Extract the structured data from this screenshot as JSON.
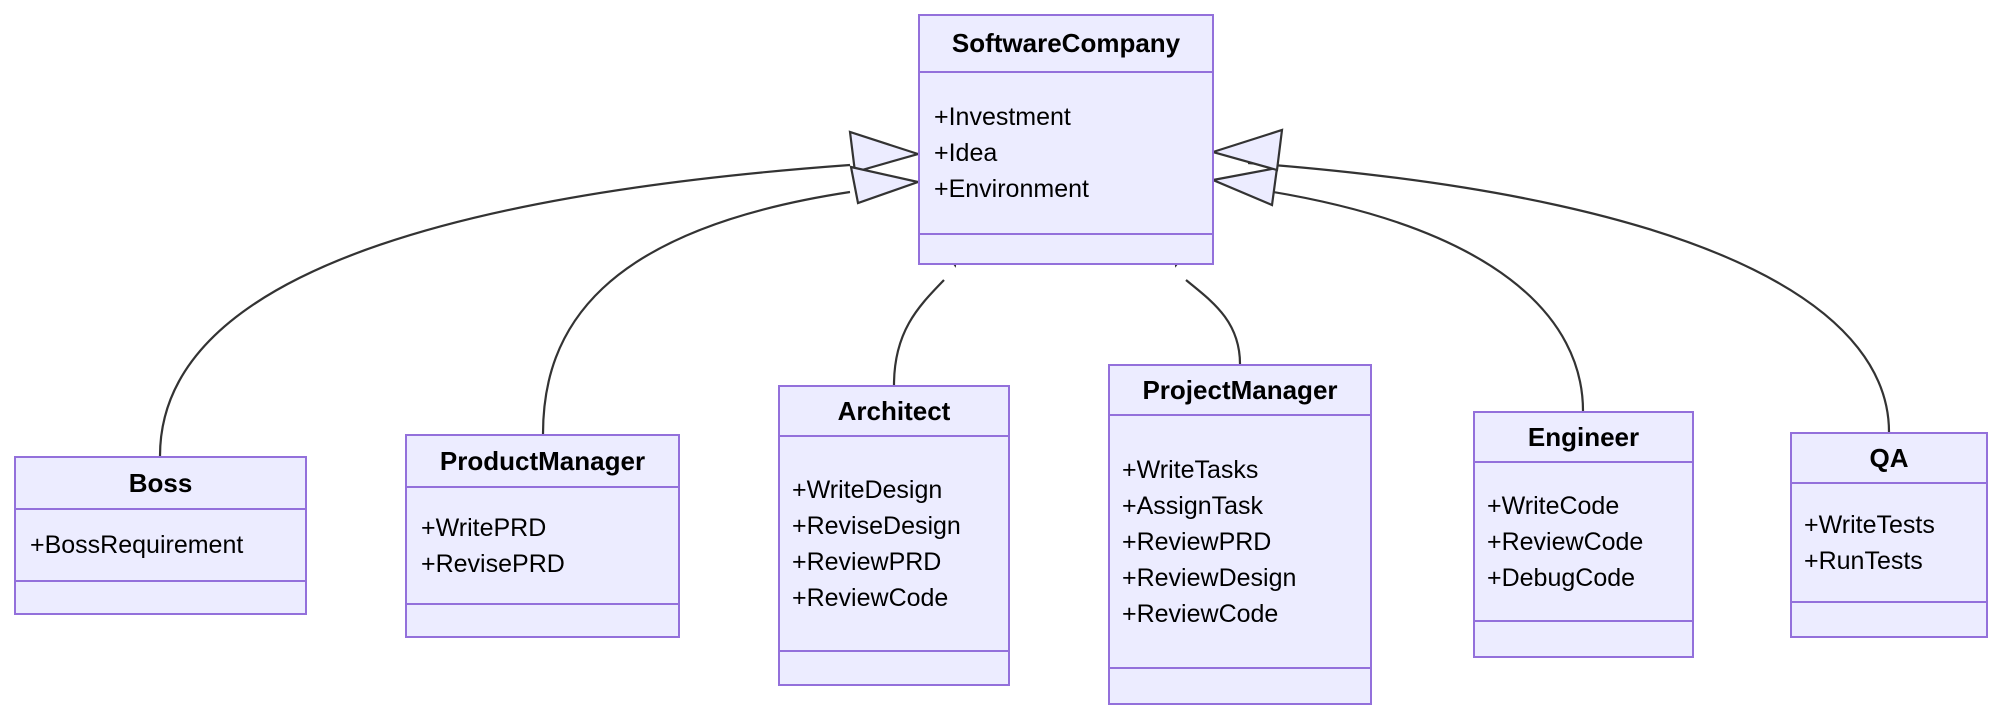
{
  "diagram": {
    "type": "uml-class-diagram",
    "title": "",
    "relationship": "generalization",
    "colors": {
      "node_fill": "#ececff",
      "node_border": "#9370db",
      "edge_stroke": "#333333",
      "text": "#000000",
      "background": "#ffffff"
    }
  },
  "classes": [
    {
      "id": "software-company",
      "name": "SoftwareCompany",
      "attributes": [
        "+Investment",
        "+Idea",
        "+Environment"
      ],
      "methods": []
    },
    {
      "id": "boss",
      "name": "Boss",
      "attributes": [
        "+BossRequirement"
      ],
      "methods": []
    },
    {
      "id": "product-manager",
      "name": "ProductManager",
      "attributes": [
        "+WritePRD",
        "+RevisePRD"
      ],
      "methods": []
    },
    {
      "id": "architect",
      "name": "Architect",
      "attributes": [
        "+WriteDesign",
        "+ReviseDesign",
        "+ReviewPRD",
        "+ReviewCode"
      ],
      "methods": []
    },
    {
      "id": "project-manager",
      "name": "ProjectManager",
      "attributes": [
        "+WriteTasks",
        "+AssignTask",
        "+ReviewPRD",
        "+ReviewDesign",
        "+ReviewCode"
      ],
      "methods": []
    },
    {
      "id": "engineer",
      "name": "Engineer",
      "attributes": [
        "+WriteCode",
        "+ReviewCode",
        "+DebugCode"
      ],
      "methods": []
    },
    {
      "id": "qa",
      "name": "QA",
      "attributes": [
        "+WriteTests",
        "+RunTests"
      ],
      "methods": []
    }
  ],
  "edges": [
    {
      "from": "boss",
      "to": "software-company",
      "kind": "inheritance"
    },
    {
      "from": "product-manager",
      "to": "software-company",
      "kind": "inheritance"
    },
    {
      "from": "architect",
      "to": "software-company",
      "kind": "inheritance"
    },
    {
      "from": "project-manager",
      "to": "software-company",
      "kind": "inheritance"
    },
    {
      "from": "engineer",
      "to": "software-company",
      "kind": "inheritance"
    },
    {
      "from": "qa",
      "to": "software-company",
      "kind": "inheritance"
    }
  ]
}
